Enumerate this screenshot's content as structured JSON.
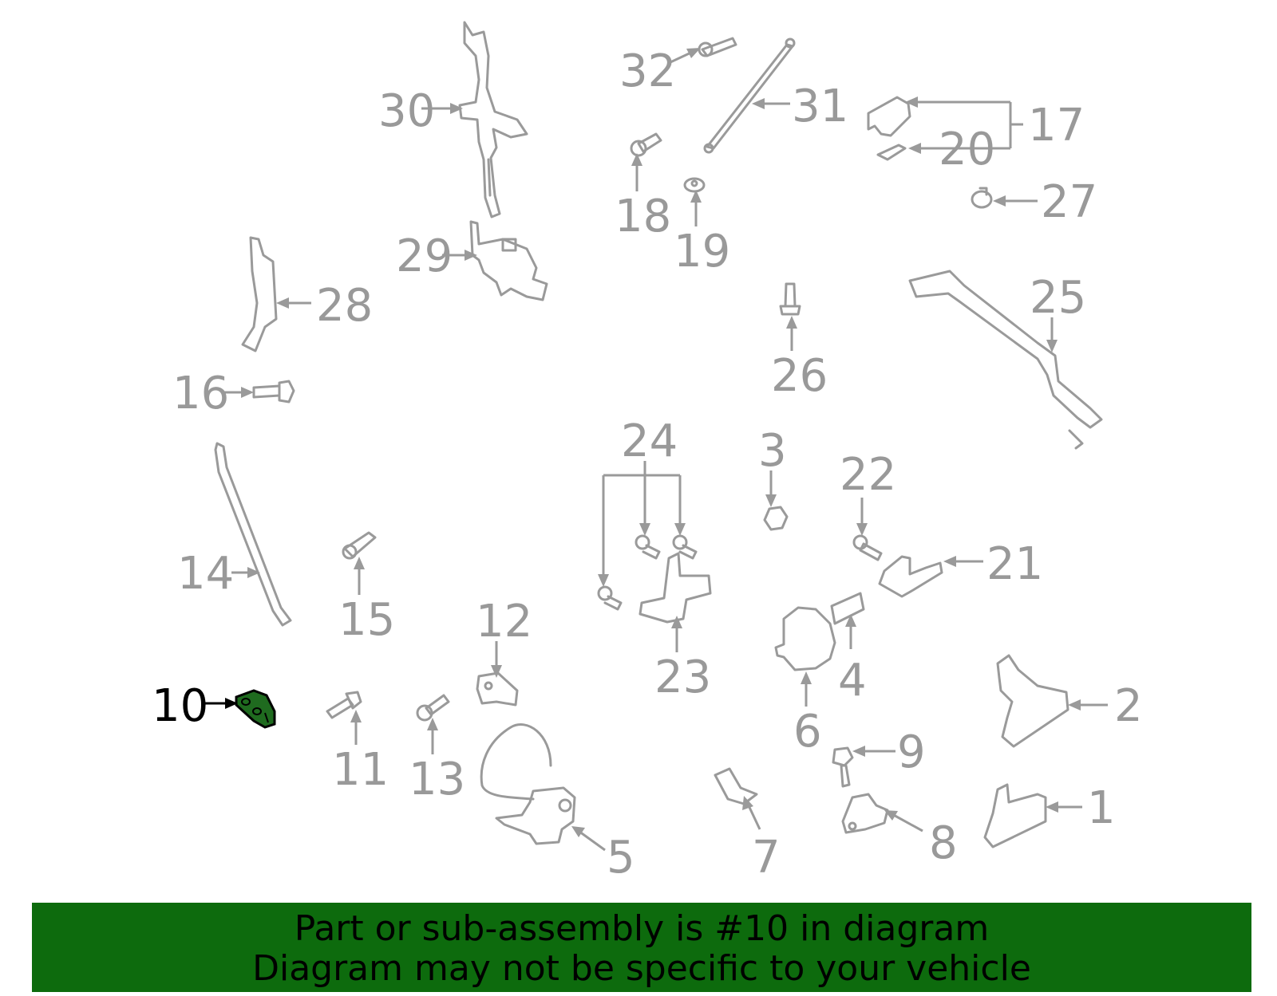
{
  "callouts": [
    {
      "label": "1",
      "highlight": false
    },
    {
      "label": "2",
      "highlight": false
    },
    {
      "label": "3",
      "highlight": false
    },
    {
      "label": "4",
      "highlight": false
    },
    {
      "label": "5",
      "highlight": false
    },
    {
      "label": "6",
      "highlight": false
    },
    {
      "label": "7",
      "highlight": false
    },
    {
      "label": "8",
      "highlight": false
    },
    {
      "label": "9",
      "highlight": false
    },
    {
      "label": "10",
      "highlight": true
    },
    {
      "label": "11",
      "highlight": false
    },
    {
      "label": "12",
      "highlight": false
    },
    {
      "label": "13",
      "highlight": false
    },
    {
      "label": "14",
      "highlight": false
    },
    {
      "label": "15",
      "highlight": false
    },
    {
      "label": "16",
      "highlight": false
    },
    {
      "label": "17",
      "highlight": false
    },
    {
      "label": "18",
      "highlight": false
    },
    {
      "label": "19",
      "highlight": false
    },
    {
      "label": "20",
      "highlight": false
    },
    {
      "label": "21",
      "highlight": false
    },
    {
      "label": "22",
      "highlight": false
    },
    {
      "label": "23",
      "highlight": false
    },
    {
      "label": "24",
      "highlight": false
    },
    {
      "label": "25",
      "highlight": false
    },
    {
      "label": "26",
      "highlight": false
    },
    {
      "label": "27",
      "highlight": false
    },
    {
      "label": "28",
      "highlight": false
    },
    {
      "label": "29",
      "highlight": false
    },
    {
      "label": "30",
      "highlight": false
    },
    {
      "label": "31",
      "highlight": false
    },
    {
      "label": "32",
      "highlight": false
    }
  ],
  "colors": {
    "label_gray": "#999999",
    "highlight_label": "#000000",
    "highlight_part_fill": "#1f6b1f",
    "banner_bg": "#0d6b0d"
  },
  "banner": {
    "line1": "Part or sub-assembly is #10 in diagram",
    "line2": "Diagram may not be specific to your vehicle"
  }
}
